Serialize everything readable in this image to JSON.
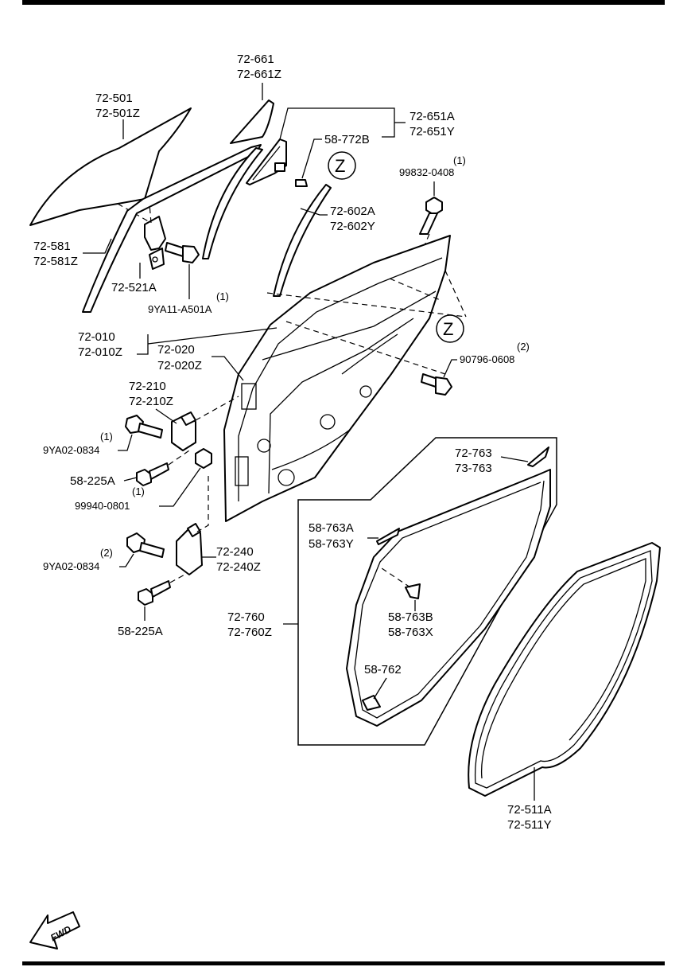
{
  "labels": {
    "glass_front": [
      "72-501",
      "72-501Z"
    ],
    "quarter_glass": [
      "72-661",
      "72-661Z"
    ],
    "quarter_seal": [
      "72-651A",
      "72-651Y"
    ],
    "clip_772b": "58-772B",
    "bolt_0408_qty": "(1)",
    "bolt_0408": "99832-0408",
    "sash_seal": [
      "72-602A",
      "72-602Y"
    ],
    "circle_z": "Z",
    "channel": [
      "72-581",
      "72-581Z"
    ],
    "bracket_521a": "72-521A",
    "bolt_a501a_qty": "(1)",
    "bolt_a501a": "9YA11-A501A",
    "door_010": [
      "72-010",
      "72-010Z"
    ],
    "door_020": [
      "72-020",
      "72-020Z"
    ],
    "bolt_0608_qty": "(2)",
    "bolt_0608": "90796-0608",
    "hinge_upper": [
      "72-210",
      "72-210Z"
    ],
    "bolt_0834_upper_qty": "(1)",
    "bolt_0834_upper": "9YA02-0834",
    "bolt_225a_upper": "58-225A",
    "nut_0801_qty": "(1)",
    "nut_0801": "99940-0801",
    "trim_763": [
      "72-763",
      "73-763"
    ],
    "clip_763a": [
      "58-763A",
      "58-763Y"
    ],
    "hinge_lower": [
      "72-240",
      "72-240Z"
    ],
    "bolt_0834_lower_qty": "(2)",
    "bolt_0834_lower": "9YA02-0834",
    "bolt_225a_lower": "58-225A",
    "weatherstrip_760": [
      "72-760",
      "72-760Z"
    ],
    "clip_763b": [
      "58-763B",
      "58-763X"
    ],
    "clip_762": "58-762",
    "weatherstrip_511": [
      "72-511A",
      "72-511Y"
    ],
    "fwd": "FWD"
  }
}
